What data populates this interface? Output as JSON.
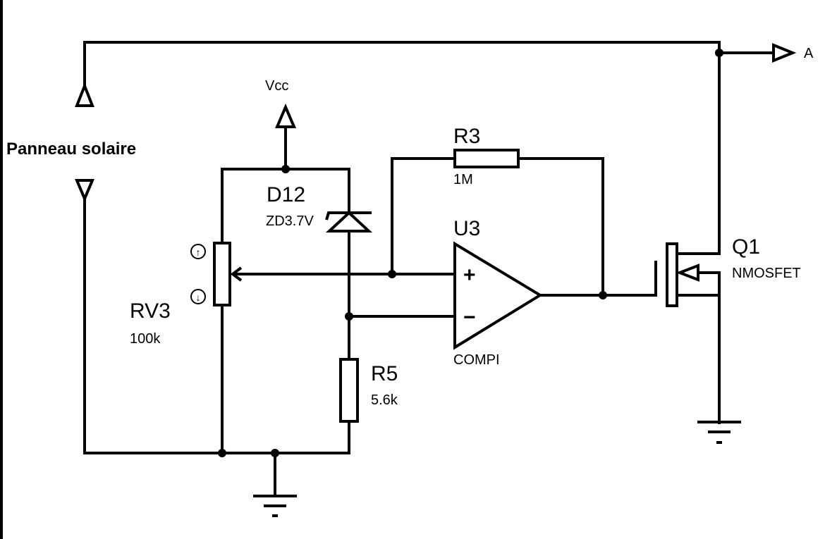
{
  "title": "Solar panel comparator switch schematic",
  "colors": {
    "ink": "#000000",
    "background": "#ffffff"
  },
  "labels": {
    "panel": "Panneau solaire",
    "vcc": "Vcc",
    "output_a": "A"
  },
  "components": {
    "rv3": {
      "ref": "RV3",
      "value": "100k",
      "type": "potentiometer",
      "icons": [
        "arrow-up-circle-icon",
        "arrow-down-circle-icon"
      ]
    },
    "d12": {
      "ref": "D12",
      "value": "ZD3.7V",
      "type": "zener-diode"
    },
    "r3": {
      "ref": "R3",
      "value": "1M",
      "type": "resistor"
    },
    "r5": {
      "ref": "R5",
      "value": "5.6k",
      "type": "resistor"
    },
    "u3": {
      "ref": "U3",
      "value": "COMPI",
      "type": "comparator",
      "plus": "+",
      "minus": "−"
    },
    "q1": {
      "ref": "Q1",
      "value": "NMOSFET",
      "type": "nmos"
    }
  },
  "up_glyph": "↑",
  "down_glyph": "↓"
}
